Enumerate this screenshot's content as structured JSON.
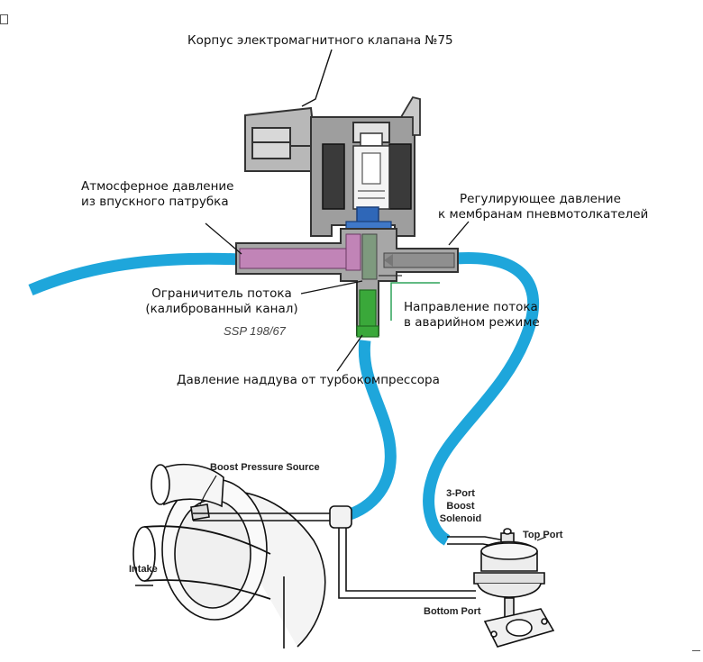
{
  "labels": {
    "valve_housing": "Корпус электромагнитного клапана №75",
    "atmospheric_line1": "Атмосферное давление",
    "atmospheric_line2": "из впускного патрубка",
    "regulating_line1": "Регулирующее давление",
    "regulating_line2": "к мембранам пневмотолкателей",
    "restrictor_line1": "Ограничитель потока",
    "restrictor_line2": "(калиброванный канал)",
    "ssp_code": "SSP 198/67",
    "emergency_line1": "Направление потока",
    "emergency_line2": "в аварийном режиме",
    "boost_from_turbo": "Давление наддува от турбокомпрессора",
    "boost_pressure_source": "Boost Pressure Source",
    "solenoid_line1": "3-Port",
    "solenoid_line2": "Boost",
    "solenoid_line3": "Solenoid",
    "top_port": "Top Port",
    "intake": "Intake",
    "bottom_port": "Bottom Port"
  },
  "colors": {
    "hose_blue": "#1ea6db",
    "atmospheric_channel": "#c184b7",
    "regulating_channel": "#8f8f8f",
    "boost_channel": "#3aa83a",
    "valve_body": "#a9a9a9",
    "valve_core_blue": "#2f67b8",
    "coil": "#3a3a3a",
    "emergency_arrow": "#2ea35a"
  }
}
